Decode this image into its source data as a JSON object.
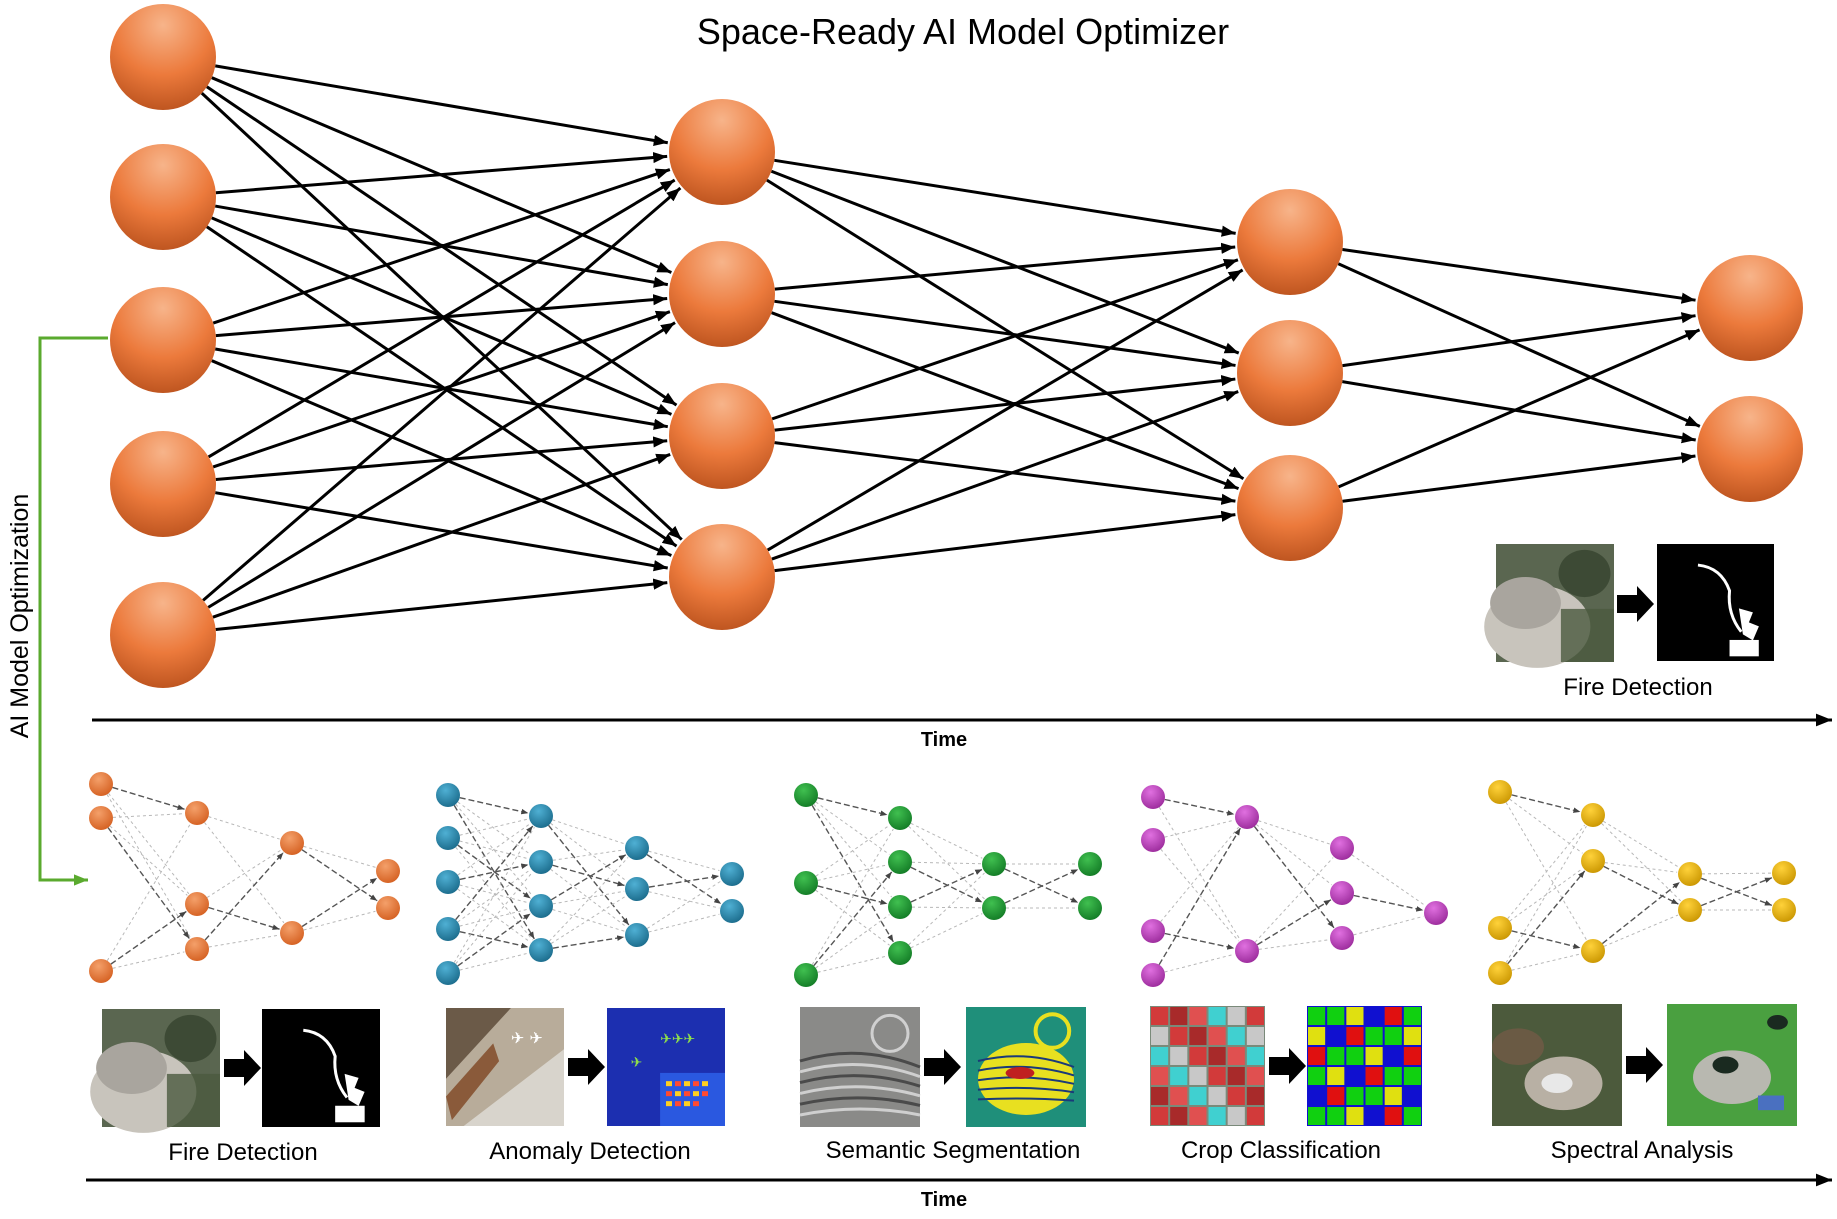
{
  "title": "Space-Ready AI Model Optimizer",
  "side_label": "AI Model Optimization",
  "time_label_top": "Time",
  "time_label_bottom": "Time",
  "large_network": {
    "color": "#e5783a",
    "layers": [
      5,
      4,
      3,
      2
    ]
  },
  "large_task": {
    "label": "Fire Detection"
  },
  "optimization_link_color": "#5aaa2e",
  "small_networks": [
    {
      "label": "Fire Detection",
      "color": "#e5783a",
      "icon": "fire-detection"
    },
    {
      "label": "Anomaly Detection",
      "color": "#2a85a8",
      "icon": "anomaly-detection"
    },
    {
      "label": "Semantic Segmentation",
      "color": "#229a3a",
      "icon": "semantic-segmentation"
    },
    {
      "label": "Crop Classification",
      "color": "#c04fc0",
      "icon": "crop-classification"
    },
    {
      "label": "Spectral Analysis",
      "color": "#e8b311",
      "icon": "spectral-analysis"
    }
  ]
}
